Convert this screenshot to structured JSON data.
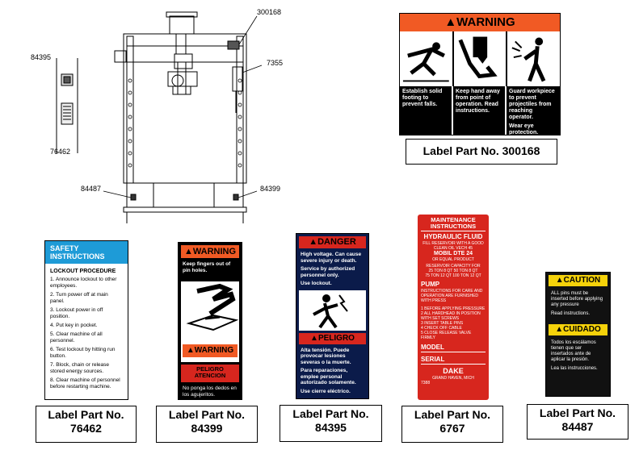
{
  "callouts": {
    "c300168": "300168",
    "c84395": "84395",
    "c7355": "7355",
    "c76462": "76462",
    "c84487": "84487",
    "c84399": "84399"
  },
  "warning300168": {
    "header": "WARNING",
    "panel1": "Establish solid footing to prevent falls.",
    "panel2": "Keep hand away from point of operation. Read instructions.",
    "panel3a": "Guard workpiece to prevent projectiles from reaching operator.",
    "panel3b": "Wear eye protection.",
    "part_label": "Label Part No. 300168"
  },
  "safety76462": {
    "header": "SAFETY INSTRUCTIONS",
    "title": "LOCKOUT PROCEDURE",
    "steps": [
      "1. Announce lockout to other employees.",
      "2. Turn power off at main panel.",
      "3. Lockout power in off position.",
      "4. Put key in pocket.",
      "5. Clear machine of all personnel.",
      "6. Test lockout by hitting run button.",
      "7. Block, chain or release stored energy sources.",
      "8. Clear machine of personnel before restarting machine."
    ],
    "part_label": "Label Part No.",
    "part_no": "76462"
  },
  "warning84399": {
    "header": "WARNING",
    "text": "Keep fingers out of pin holes.",
    "header2": "WARNING",
    "spanish_header": "PELIGRO ATENCION",
    "spanish_text": "No ponga los dedos en los agujeritos.",
    "part_label": "Label Part No.",
    "part_no": "84399"
  },
  "danger84395": {
    "header": "DANGER",
    "text1": "High voltage. Can cause severe injury or death.",
    "text2": "Service by authorized personnel only.",
    "text3": "Use lockout.",
    "spanish_header": "PELIGRO",
    "spanish1": "Alta tensión. Puede provocar lesiones severas o la muerte.",
    "spanish2": "Para reparaciones, emplee personal autorizado solamente.",
    "spanish3": "Use cierre eléctrico.",
    "part_label": "Label Part No.",
    "part_no": "84395"
  },
  "maint6767": {
    "header": "MAINTENANCE INSTRUCTIONS",
    "fluid_title": "HYDRAULIC FLUID",
    "fluid_text": "FILL RESERVOIR WITH A GOOD CLEAN OIL VECH 45",
    "mobil": "MOBIL DTE 24",
    "mobil_sub": "OR EQUAL PRODUCT",
    "capacity": "RESERVOIR CAPACITY FOR",
    "cap1": "25 TON  8 QT    50 TON  8 QT",
    "cap2": "75 TON 12 QT   100 TON 12 QT",
    "pump_title": "PUMP",
    "pump_text": "INSTRUCTIONS FOR CARE AND OPERATION ARE FURNISHED WITH PRESS",
    "steps": [
      "1 BEFORE APPLYING PRESSURE",
      "2 ALL HARDHEAD IN POSITION WITH SET SCREWS",
      "3 INSERT TABLE PINS",
      "4 CHECK OFF CABLE",
      "5 CLOSE RELEASE VALVE FIRMLY"
    ],
    "model": "MODEL",
    "serial": "SERIAL",
    "brand": "DAKE",
    "city": "GRAND HAVEN, MICH",
    "code": "7388",
    "part_label": "Label Part No.",
    "part_no": "6767"
  },
  "caution84487": {
    "header": "CAUTION",
    "text1": "ALL pins must be inserted before applying any pressure",
    "text2": "Read instructions.",
    "spanish_header": "CUIDADO",
    "spanish1": "Todos los escálamos tienen que ser insertados ante de aplicar la presión.",
    "spanish2": "Lea las instrucciones.",
    "part_label": "Label Part No.",
    "part_no": "84487"
  },
  "colors": {
    "warning_orange": "#f15a24",
    "danger_red": "#d7261e",
    "caution_yellow": "#f5d20a",
    "safety_blue": "#1e9bd7",
    "label_black": "#111111"
  }
}
